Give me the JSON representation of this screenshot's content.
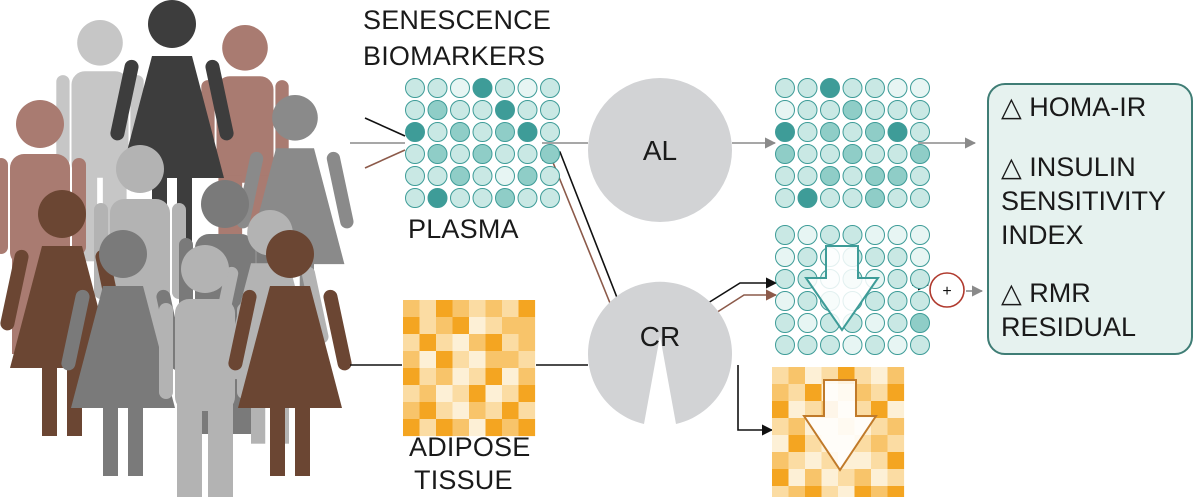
{
  "labels": {
    "biomarkers_title_line1": "SENESCENCE",
    "biomarkers_title_line2": "BIOMARKERS",
    "plasma": "PLASMA",
    "adipose_line1": "ADIPOSE",
    "adipose_line2": "TISSUE",
    "group_al": "AL",
    "group_cr": "CR",
    "combine_symbol": "+"
  },
  "outcomes": [
    {
      "line1": "HOMA-IR"
    },
    {
      "line1": "INSULIN",
      "line2": "SENSITIVITY",
      "line3": "INDEX"
    },
    {
      "line1": "RMR",
      "line2": "RESIDUAL"
    }
  ],
  "outcome_prefix": "△",
  "colors": {
    "teal_dark": "#3e9c98",
    "teal_mid": "#8fcdc7",
    "teal_light": "#c9e8e4",
    "teal_pale": "#e7f5f3",
    "orange_dark": "#f4a521",
    "orange_mid": "#f8c46a",
    "orange_light": "#fbdca3",
    "orange_pale": "#fdf0d6",
    "circle_grey": "#d2d3d5",
    "box_fill": "#e6f2ef",
    "box_border": "#3f7d75",
    "arrow_line": "#8a8a8a",
    "arrow_brown": "#8c5a4a",
    "people_colors": [
      "#c6c6c6",
      "#3d3d3d",
      "#a97b71",
      "#8a8a8a",
      "#6b4633",
      "#b3b3b3",
      "#7a7a7a"
    ]
  }
}
